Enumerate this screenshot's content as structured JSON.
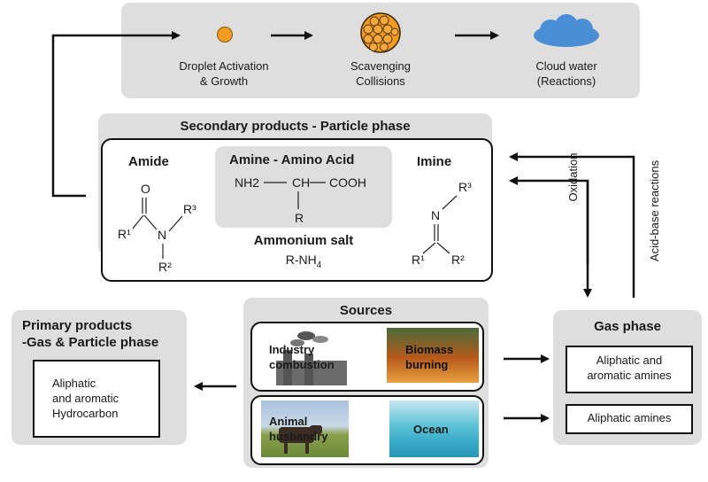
{
  "top_process": {
    "steps": [
      {
        "line1": "Droplet Activation",
        "line2": "& Growth"
      },
      {
        "line1": "Scavenging",
        "line2": "Collisions"
      },
      {
        "line1": "Cloud water",
        "line2": "(Reactions)"
      }
    ]
  },
  "secondary": {
    "title": "Secondary products - Particle phase",
    "amide": {
      "title": "Amide",
      "o": "O",
      "n": "N",
      "r1": "R¹",
      "r2": "R²",
      "r3": "R³"
    },
    "amine": {
      "title": "Amine - Amino Acid",
      "nh2": "NH2",
      "ch": "CH",
      "cooh": "COOH",
      "r": "R"
    },
    "ammonium": {
      "title": "Ammonium salt",
      "formula": "R-NH",
      "sub": "4"
    },
    "imine": {
      "title": "Imine",
      "n": "N",
      "r1": "R¹",
      "r2": "R²",
      "r3": "R³"
    }
  },
  "side_labels": {
    "oxidation": "Oxidation",
    "acid_base": "Acid-base reactions"
  },
  "primary": {
    "title_line1": "Primary products",
    "title_line2": "-Gas & Particle phase",
    "content_line1": "Aliphatic",
    "content_line2": "and aromatic",
    "content_line3": "Hydrocarbon"
  },
  "sources": {
    "title": "Sources",
    "industry": {
      "line1": "Industry",
      "line2": "combustion"
    },
    "biomass": {
      "line1": "Biomass",
      "line2": "burning"
    },
    "animal": {
      "line1": "Animal",
      "line2": "husbandry"
    },
    "ocean": "Ocean"
  },
  "gas": {
    "title": "Gas phase",
    "box1_line1": "Aliphatic and",
    "box1_line2": "aromatic amines",
    "box2": "Aliphatic amines"
  },
  "colors": {
    "panel": "#dedede",
    "droplet": "#f39c1f",
    "cloud": "#4a8fd6"
  }
}
